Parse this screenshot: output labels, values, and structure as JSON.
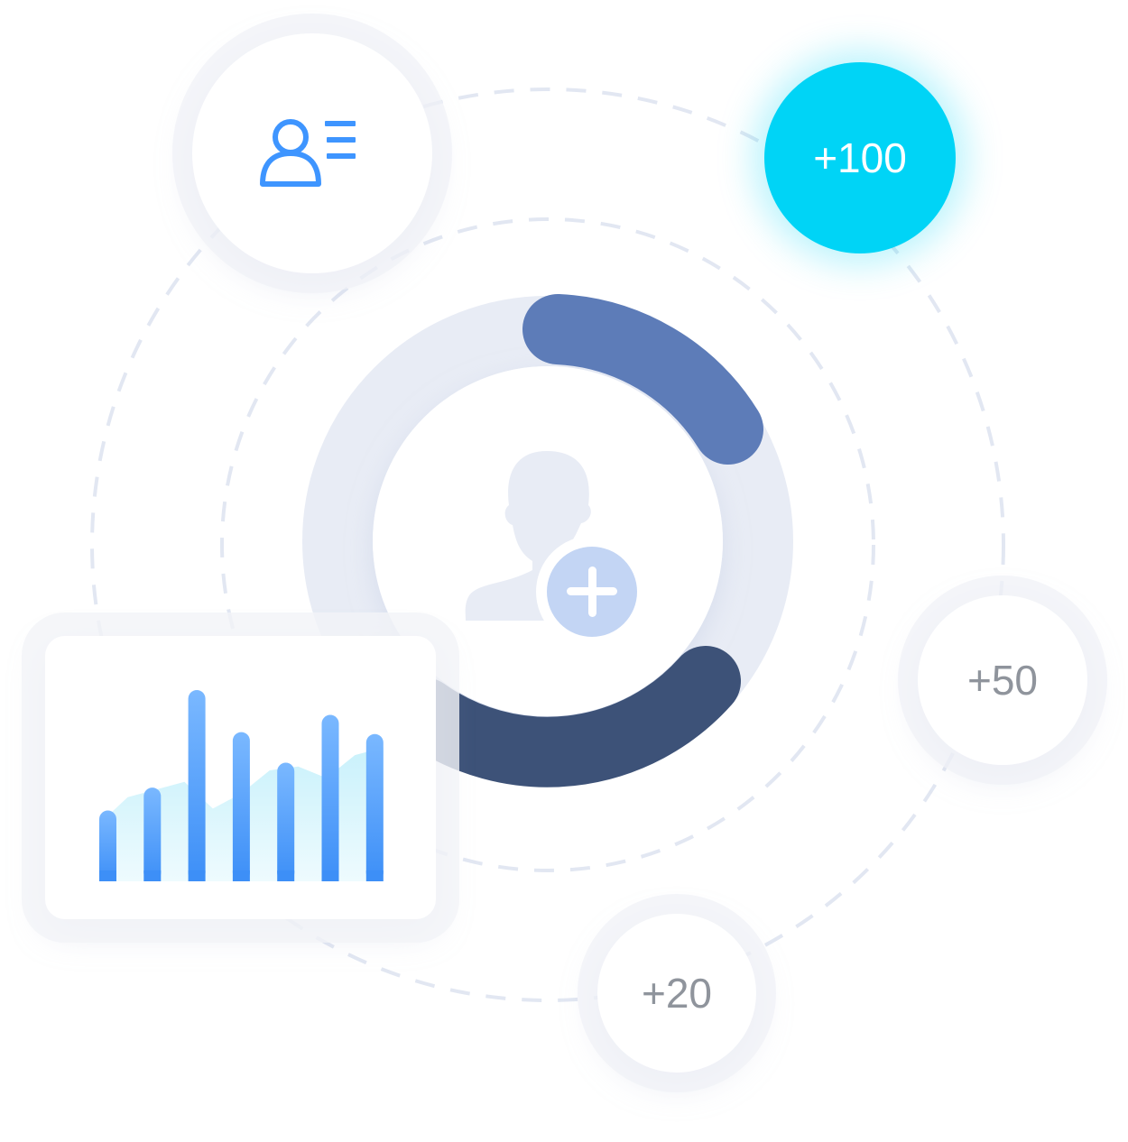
{
  "badges": {
    "top": "+100",
    "right": "+50",
    "bottom": "+20"
  },
  "colors": {
    "accent_cyan": "#00d4f6",
    "ring_light": "#e8ecf5",
    "arc_mid": "#5d7cb8",
    "arc_dark": "#3d5278",
    "icon_blue": "#3e95ff",
    "dashed_line": "#e2e7f2",
    "bar_gradient_top": "#7ab8ff",
    "bar_gradient_bottom": "#3d8ff7"
  },
  "icons": {
    "profile": "user-list-icon",
    "center": "add-user-icon"
  },
  "chart_data": {
    "type": "bar",
    "values": [
      37,
      49,
      100,
      78,
      62,
      87,
      77
    ],
    "area_values": [
      30,
      44,
      48,
      52,
      38,
      46,
      58,
      60,
      54,
      66,
      70
    ],
    "grid": false,
    "legend": false
  }
}
